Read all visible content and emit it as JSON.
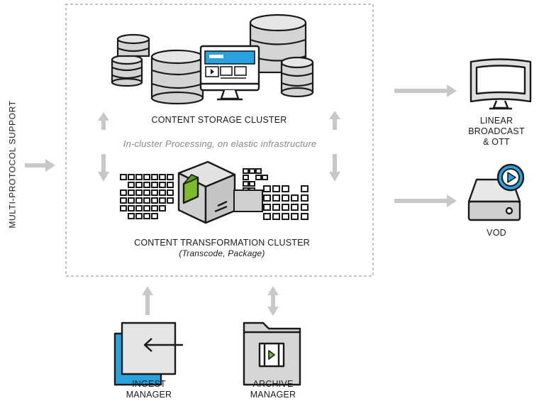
{
  "side_label": "MULTI-PROTOCOL SUPPORT",
  "storage": {
    "title": "CONTENT STORAGE CLUSTER"
  },
  "processing_note": "In-cluster Processing, on elastic infrastructure",
  "transformation": {
    "title": "CONTENT TRANSFORMATION CLUSTER",
    "subtitle": "(Transcode, Package)"
  },
  "outputs": {
    "linear": {
      "line1": "LINEAR",
      "line2": "BROADCAST",
      "line3": "& OTT"
    },
    "vod": {
      "label": "VOD"
    }
  },
  "managers": {
    "ingest": {
      "line1": "INGEST",
      "line2": "MANAGER"
    },
    "archive": {
      "line1": "ARCHIVE",
      "line2": "MANAGER"
    }
  },
  "colors": {
    "arrow": "#c8c8c8",
    "stroke": "#1a1a1a",
    "screen_blue": "#29a3e0",
    "db_gray": "#d4d4d4",
    "green": "#7dbb2c",
    "box_gray": "#cfcfcf",
    "border_dots": "#bdbdbd"
  },
  "icons": [
    "database-icon",
    "monitor-icon",
    "cube-icon",
    "grid-blocks-icon",
    "tv-icon",
    "drive-play-icon",
    "ingest-document-icon",
    "archive-folder-icon"
  ]
}
